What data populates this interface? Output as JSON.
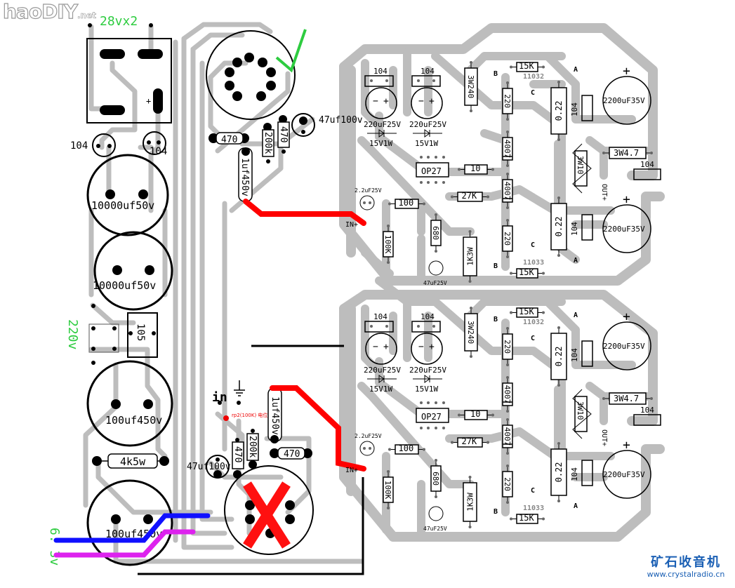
{
  "watermark": {
    "site": "haoDIY",
    "suffix": ".net"
  },
  "power": {
    "transformer_label": "28vx2",
    "mains_label": "220v",
    "heater_label": "6. 3v",
    "bridge_plus": "+",
    "cap_104_left": "104",
    "cap_104_right": "104",
    "filter_caps": [
      "10000uf50v",
      "10000uf50v"
    ],
    "mains_cap": "105",
    "hv_caps": [
      "100uf450v",
      "100uf450v"
    ],
    "hv_resistor": "4k5w"
  },
  "tube_top": {
    "status": "ok",
    "r_cathode": "470",
    "r_bias": "200k",
    "r_anode": "470",
    "cap_bypass": "47uf100v",
    "cap_coupling": "1uf450v"
  },
  "tube_bottom": {
    "status": "removed",
    "input_label": "in",
    "pot_note": "rp2(100K) 电位器",
    "r_cathode": "470",
    "r_bias": "200k",
    "r_anode": "470",
    "cap_bypass": "47uf100v",
    "cap_coupling": "1uf450v"
  },
  "amp_channels": [
    {
      "name": "upper",
      "caps_104": [
        "104",
        "104"
      ],
      "supply_caps": [
        "220uF25V",
        "220uF25V"
      ],
      "zeners": [
        "15V1W",
        "15V1W"
      ],
      "opamp": "OP27",
      "r_3w240": "3W240",
      "r_10": "10",
      "r_27k": "27K",
      "r_100": "100",
      "r_100k": "100K",
      "r_680": "680",
      "r_1k3w": "1K3W",
      "input_cap": "2.2uF25V",
      "feedback_cap": "47uF25V",
      "input_label": "IN+",
      "r_220": [
        "220",
        "220"
      ],
      "diodes": [
        "4007",
        "4007"
      ],
      "r_15k": [
        "15K",
        "15K"
      ],
      "transistors": [
        "11032",
        "11033"
      ],
      "pin_b": "B",
      "pin_c": "C",
      "pin_a": "A",
      "emitter_r": [
        "0.22",
        "0.22"
      ],
      "bypass_104": [
        "104",
        "104",
        "104"
      ],
      "big_caps": [
        "2200uF35V",
        "2200uF35V"
      ],
      "big_cap_plus": "+",
      "r_3w4_7": "3W4.7",
      "r_3w10": "3W10",
      "output_label": "OUT+"
    },
    {
      "name": "lower",
      "caps_104": [
        "104",
        "104"
      ],
      "supply_caps": [
        "220uF25V",
        "220uF25V"
      ],
      "zeners": [
        "15V1W",
        "15V1W"
      ],
      "opamp": "OP27",
      "r_3w240": "3W240",
      "r_10": "10",
      "r_27k": "27K",
      "r_100": "100",
      "r_100k": "100K",
      "r_680": "680",
      "r_1k3w": "1K3W",
      "input_cap": "2.2uF25V",
      "feedback_cap": "47uF25V",
      "input_label": "IN+",
      "r_220": [
        "220",
        "220"
      ],
      "diodes": [
        "4007",
        "4007"
      ],
      "r_15k": [
        "15K",
        "15K"
      ],
      "transistors": [
        "11032",
        "11033"
      ],
      "pin_b": "B",
      "pin_c": "C",
      "pin_a": "A",
      "emitter_r": [
        "0.22",
        "0.22"
      ],
      "bypass_104": [
        "104",
        "104",
        "104"
      ],
      "big_caps": [
        "2200uF35V",
        "2200uF35V"
      ],
      "big_cap_plus": "+",
      "r_3w4_7": "3W4.7",
      "r_3w10": "3W10",
      "output_label": "OUT+"
    }
  ],
  "footer": {
    "brand": "矿石收音机",
    "url": "www.crystalradio.cn"
  },
  "colors": {
    "trace": "#bdbdbd",
    "annotation_green": "#2ecc40",
    "signal_red": "#ff0000",
    "heater_blue": "#1010ff",
    "heater_magenta": "#dd22ee",
    "footer_blue": "#1a5fb4"
  }
}
